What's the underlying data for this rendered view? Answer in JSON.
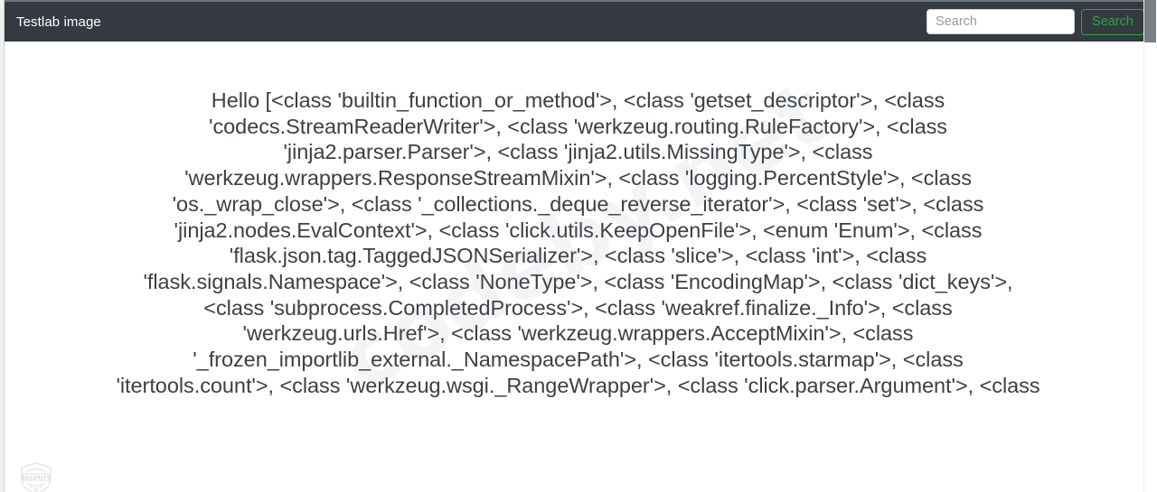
{
  "window": {
    "background_color": "#ffffff"
  },
  "navbar": {
    "brand": "Testlab image",
    "background_color": "#343a40",
    "search": {
      "placeholder": "Search",
      "value": "",
      "button_label": "Search",
      "button_color": "#28a745"
    }
  },
  "main": {
    "body_text": "Hello [<class 'builtin_function_or_method'>, <class 'getset_descriptor'>, <class 'codecs.StreamReaderWriter'>, <class 'werkzeug.routing.RuleFactory'>, <class 'jinja2.parser.Parser'>, <class 'jinja2.utils.MissingType'>, <class 'werkzeug.wrappers.ResponseStreamMixin'>, <class 'logging.PercentStyle'>, <class 'os._wrap_close'>, <class '_collections._deque_reverse_iterator'>, <class 'set'>, <class 'jinja2.nodes.EvalContext'>, <class 'click.utils.KeepOpenFile'>, <enum 'Enum'>, <class 'flask.json.tag.TaggedJSONSerializer'>, <class 'slice'>, <class 'int'>, <class 'flask.signals.Namespace'>, <class 'NoneType'>, <class 'EncodingMap'>, <class 'dict_keys'>, <class 'subprocess.CompletedProcess'>, <class 'weakref.finalize._Info'>, <class 'werkzeug.urls.Href'>, <class 'werkzeug.wrappers.AcceptMixin'>, <class '_frozen_importlib_external._NamespacePath'>, <class 'itertools.starmap'>, <class 'itertools.count'>, <class 'werkzeug.wsgi._RangeWrapper'>, <class 'click.parser.Argument'>, <class",
    "text_color": "#3c4043",
    "lines": [
      "Hello [<class 'builtin_function_or_method'>, <class 'getset_descriptor'>,",
      "<class 'codecs.StreamReaderWriter'>, <class",
      "'werkzeug.routing.RuleFactory'>, <class 'jinja2.parser.Parser'>, <class",
      "'jinja2.utils.MissingType'>, <class",
      "'werkzeug.wrappers.ResponseStreamMixin'>, <class",
      "'logging.PercentStyle'>, <class 'os._wrap_close'>, <class",
      "'_collections._deque_reverse_iterator'>, <class 'set'>, <class",
      "'jinja2.nodes.EvalContext'>, <class 'click.utils.KeepOpenFile'>, <enum",
      "'Enum'>, <class 'flask.json.tag.TaggedJSONSerializer'>, <class 'slice'>,",
      "<class 'int'>, <class 'flask.signals.Namespace'>, <class 'NoneType'>,",
      "<class 'EncodingMap'>, <class 'dict_keys'>, <class",
      "'subprocess.CompletedProcess'>, <class 'weakref.finalize._Info'>, <class",
      "'werkzeug.urls.Href'>, <class 'werkzeug.wrappers.AcceptMixin'>, <class",
      "'_frozen_importlib_external._NamespacePath'>, <class",
      "'itertools.starmap'>, <class 'itertools.count'>, <class",
      "'werkzeug.wsgi._RangeWrapper'>, <class 'click.parser.Argument'>, <class"
    ]
  },
  "watermarks": {
    "diagonal_text": "codeby.net",
    "badge_text": "SECURITY"
  }
}
